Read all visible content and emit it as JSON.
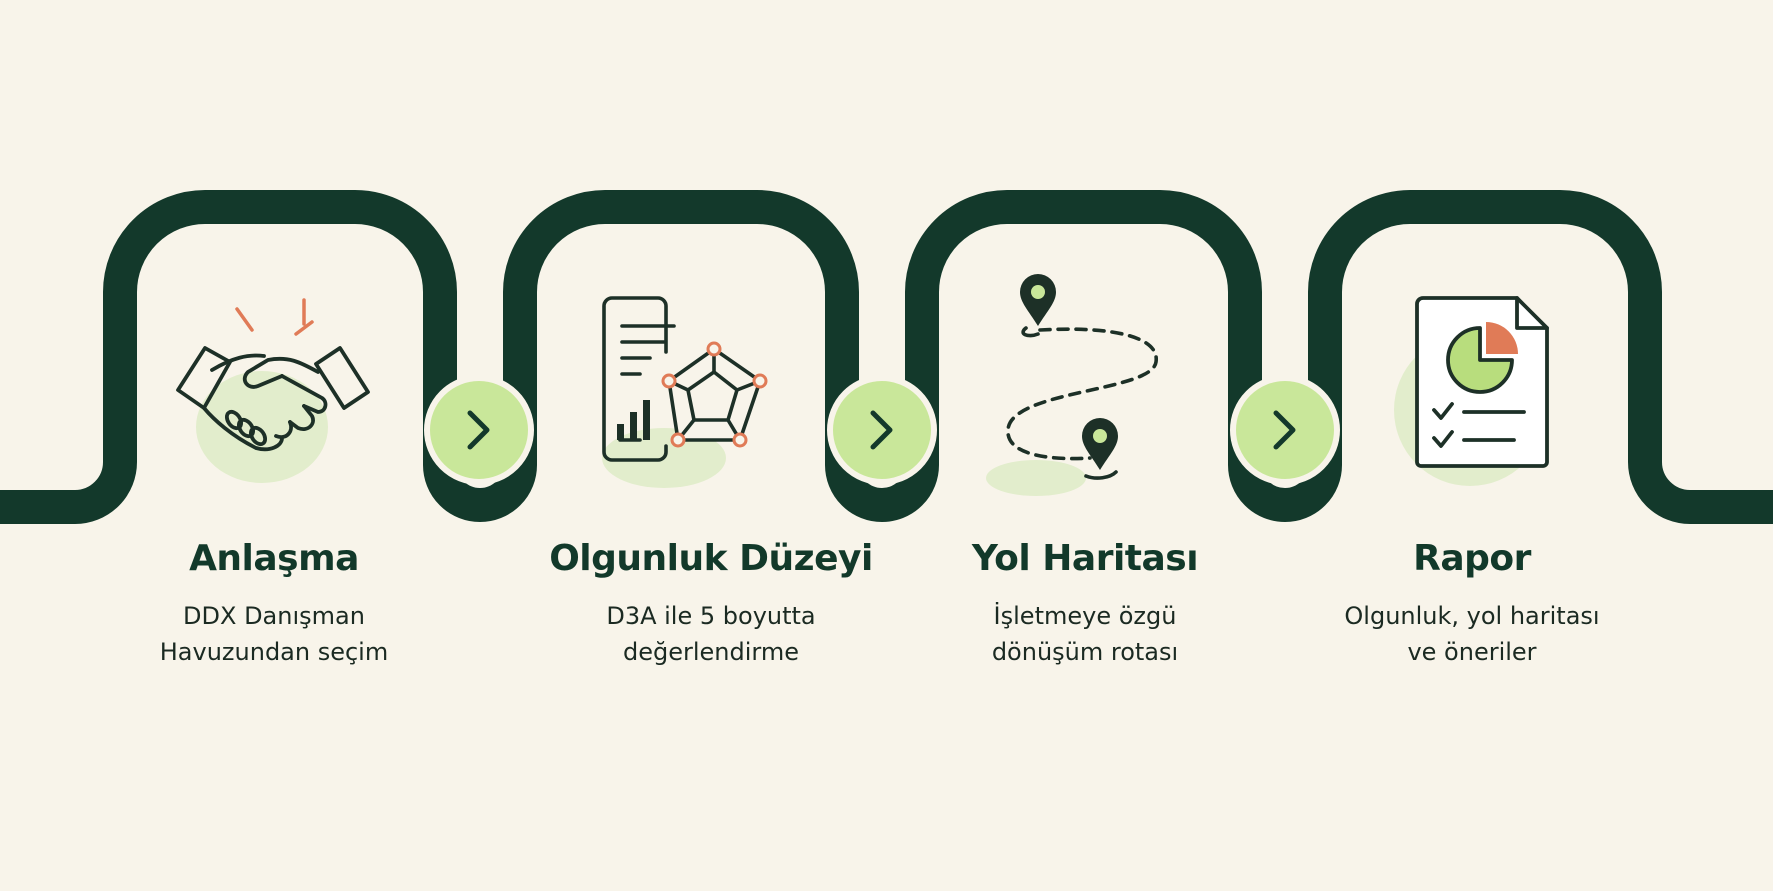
{
  "colors": {
    "background": "#f8f4ea",
    "path": "#13392b",
    "accent_green": "#c9e79a",
    "soft_green": "#e2edcc",
    "accent_orange": "#e07b57"
  },
  "steps": [
    {
      "title": "Anlaşma",
      "desc_lines": [
        "DDX Danışman",
        "Havuzundan seçim"
      ],
      "icon": "handshake-icon"
    },
    {
      "title": "Olgunluk Düzeyi",
      "desc_lines": [
        "D3A ile 5 boyutta",
        "değerlendirme"
      ],
      "icon": "document-radar-chart-icon"
    },
    {
      "title": "Yol Haritası",
      "desc_lines": [
        "İşletmeye özgü",
        "dönüşüm rotası"
      ],
      "icon": "route-map-icon"
    },
    {
      "title": "Rapor",
      "desc_lines": [
        "Olgunluk, yol haritası",
        "ve öneriler"
      ],
      "icon": "report-pie-chart-icon"
    }
  ],
  "connectors": [
    "chevron-right-icon",
    "chevron-right-icon",
    "chevron-right-icon"
  ]
}
